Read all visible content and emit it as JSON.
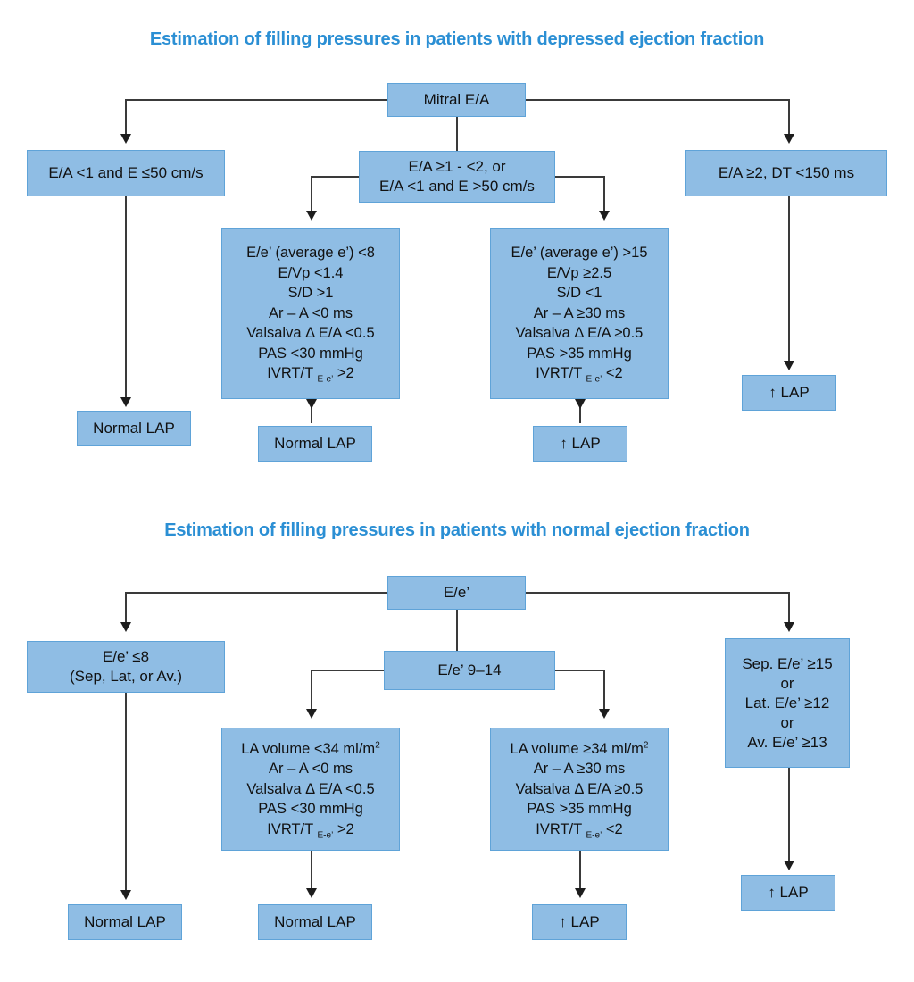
{
  "page": {
    "accent_color": "#2b8fd4",
    "box_fill": "#8fbde4",
    "box_border": "#5fa3d8",
    "connector_color": "#3a3a3a"
  },
  "sections": [
    {
      "title": "Estimation of filling pressures in patients with depressed ejection fraction",
      "root": {
        "label": "Mitral E/A"
      },
      "branches": [
        {
          "condition_lines": [
            "E/A <1 and E ≤50 cm/s"
          ],
          "outcome": "Normal LAP"
        },
        {
          "condition_lines": [
            "E/A ≥1 - <2, or",
            "E/A <1 and E >50 cm/s"
          ],
          "left_criteria": [
            "E/e’ (average e’) <8",
            "E/Vp <1.4",
            "S/D >1",
            "Ar – A <0 ms",
            "Valsalva Δ E/A <0.5",
            "PAS <30 mmHg",
            "IVRT/T E-e’ >2"
          ],
          "left_outcome": "Normal LAP",
          "right_criteria": [
            "E/e’ (average e’) >15",
            "E/Vp ≥2.5",
            "S/D <1",
            "Ar – A ≥30 ms",
            "Valsalva Δ E/A ≥0.5",
            "PAS >35 mmHg",
            "IVRT/T E-e’ <2"
          ],
          "right_outcome": "↑ LAP"
        },
        {
          "condition_lines": [
            "E/A ≥2, DT <150 ms"
          ],
          "outcome": "↑ LAP"
        }
      ]
    },
    {
      "title": "Estimation of filling pressures in patients with normal ejection fraction",
      "root": {
        "label": "E/e’"
      },
      "branches": [
        {
          "condition_lines": [
            "E/e’ ≤8",
            "(Sep, Lat, or Av.)"
          ],
          "outcome": "Normal LAP"
        },
        {
          "condition_lines": [
            "E/e’ 9–14"
          ],
          "left_criteria": [
            "LA volume <34 ml/m2",
            "Ar – A <0 ms",
            "Valsalva Δ E/A <0.5",
            "PAS <30 mmHg",
            "IVRT/T E-e’ >2"
          ],
          "left_outcome": "Normal LAP",
          "right_criteria": [
            "LA volume ≥34 ml/m2",
            "Ar – A ≥30 ms",
            "Valsalva Δ E/A ≥0.5",
            "PAS >35 mmHg",
            "IVRT/T E-e’ <2"
          ],
          "right_outcome": "↑ LAP"
        },
        {
          "condition_lines": [
            "Sep. E/e’ ≥15",
            "or",
            "Lat. E/e’ ≥12",
            "or",
            "Av. E/e’ ≥13"
          ],
          "outcome": "↑ LAP"
        }
      ]
    }
  ]
}
